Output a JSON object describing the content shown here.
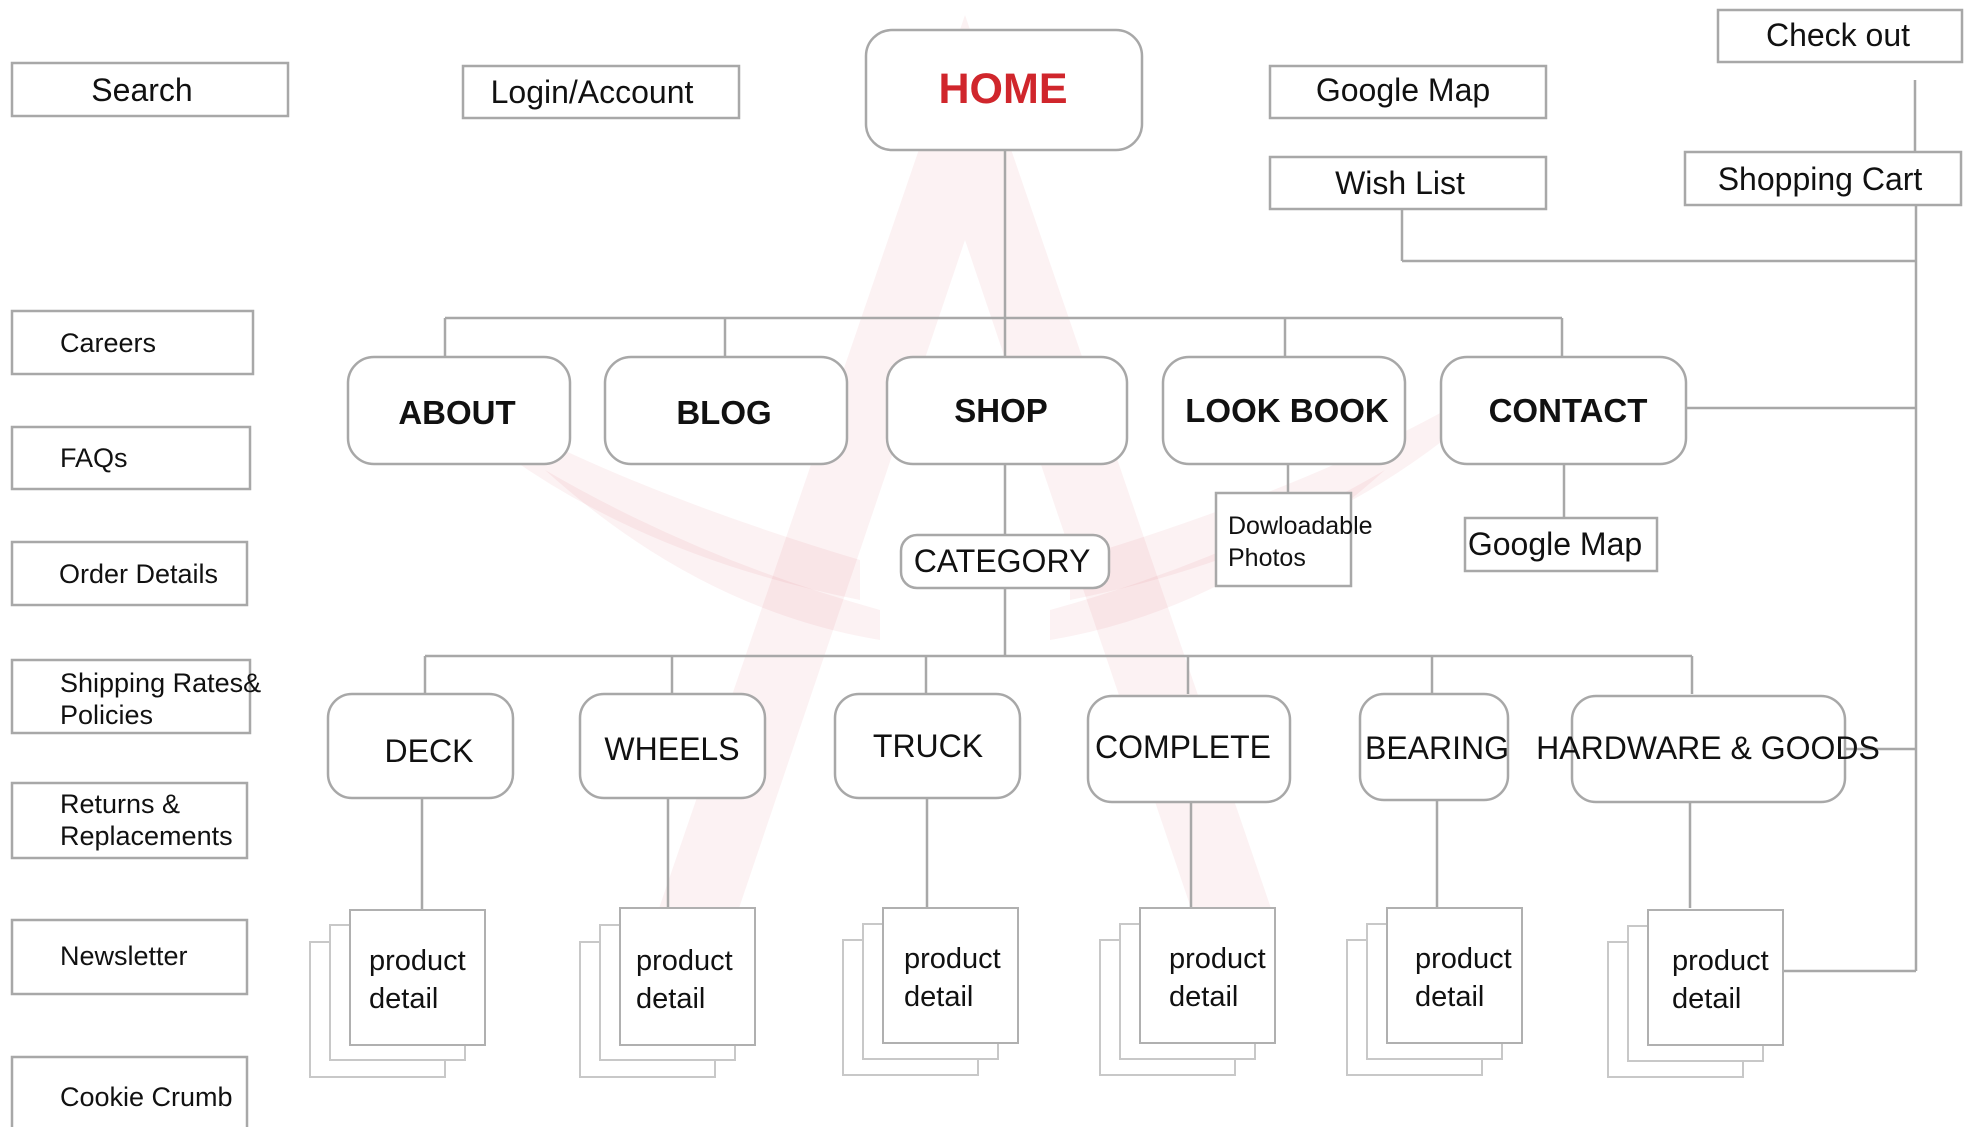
{
  "colors": {
    "home_accent": "#d0262c",
    "border": "#a8a8a8",
    "watermark": "#d0262c"
  },
  "watermark": {
    "icon": "eagle-logo-icon"
  },
  "utility_left": {
    "search": "Search",
    "login": "Login/Account"
  },
  "home": "HOME",
  "utility_right": {
    "google_map": "Google Map",
    "wish_list": "Wish List",
    "check_out": "Check out",
    "shopping_cart": "Shopping Cart"
  },
  "footer_links": {
    "careers": "Careers",
    "faqs": "FAQs",
    "order_details": "Order Details",
    "shipping": [
      "Shipping Rates&",
      "Policies"
    ],
    "returns": [
      "Returns &",
      "Replacements"
    ],
    "newsletter": "Newsletter",
    "cookie_crumb": "Cookie Crumb"
  },
  "main_nav": {
    "about": "ABOUT",
    "blog": "BLOG",
    "shop": "SHOP",
    "look_book": "LOOK BOOK",
    "contact": "CONTACT"
  },
  "look_book_child": [
    "Dowloadable",
    "Photos"
  ],
  "contact_child": "Google Map",
  "category": "CATEGORY",
  "categories": [
    "DECK",
    "WHEELS",
    "TRUCK",
    "COMPLETE",
    "BEARING",
    "HARDWARE & GOODS"
  ],
  "product_detail": [
    "product",
    "detail"
  ]
}
